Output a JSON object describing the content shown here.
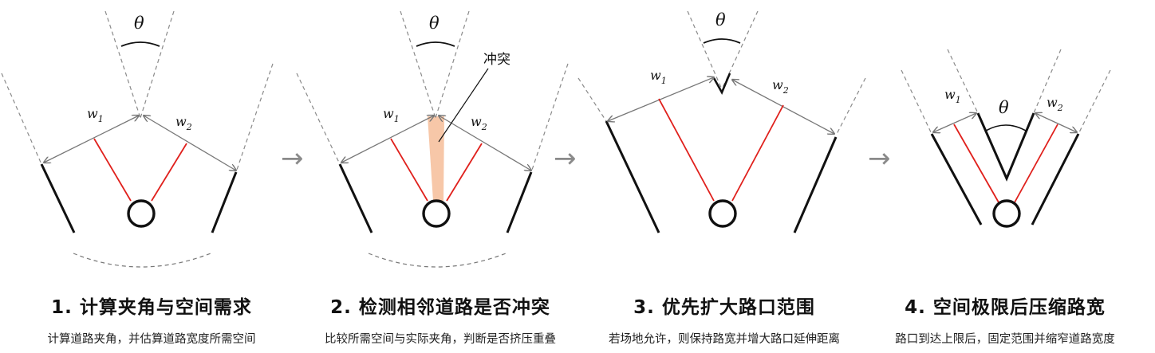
{
  "diagram": {
    "angle_symbol": "θ",
    "width_1_label": "w",
    "width_1_sub": "1",
    "width_2_label": "w",
    "width_2_sub": "2",
    "conflict_label": "冲突",
    "arrow_glyph": "→",
    "colors": {
      "road_edge": "#111111",
      "centerline": "#e0201c",
      "guide": "#8a8a8a",
      "conflict_fill": "#f7c7a8",
      "arrow": "#8a8a8a"
    }
  },
  "steps": [
    {
      "title": "1. 计算夹角与空间需求",
      "subtitle": "计算道路夹角，并估算道路宽度所需空间"
    },
    {
      "title": "2. 检测相邻道路是否冲突",
      "subtitle": "比较所需空间与实际夹角，判断是否挤压重叠"
    },
    {
      "title": "3. 优先扩大路口范围",
      "subtitle": "若场地允许，则保持路宽并增大路口延伸距离"
    },
    {
      "title": "4. 空间极限后压缩路宽",
      "subtitle": "路口到达上限后，固定范围并缩窄道路宽度"
    }
  ]
}
